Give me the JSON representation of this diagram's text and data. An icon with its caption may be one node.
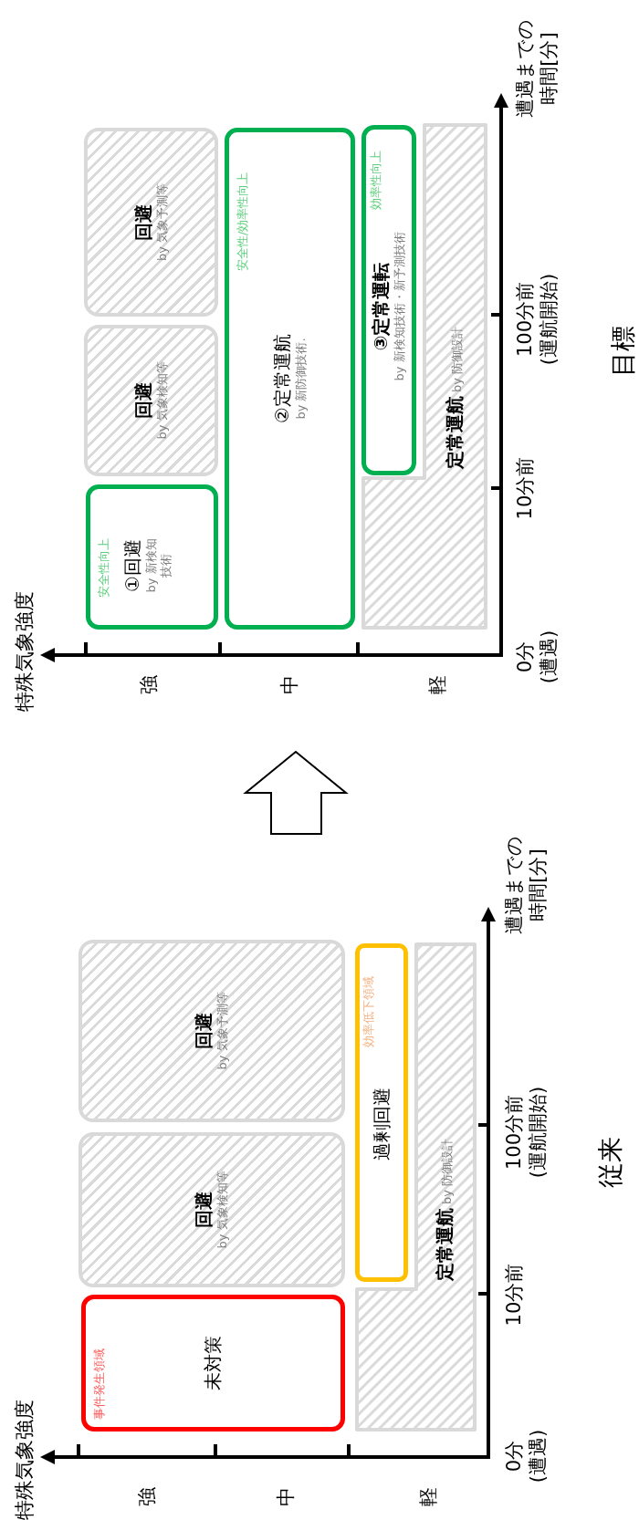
{
  "diagram": {
    "nodes": [
      {
        "text": [
          "事件発生領域",
          "未対策"
        ]
      },
      {
        "text": [
          "回避",
          "by 気象検知等"
        ]
      },
      {
        "text": [
          "回避",
          "by 気象予測等"
        ]
      },
      {
        "text": [
          "効率低下領域",
          "過剰回避"
        ]
      },
      {
        "text": [
          "定常運航",
          "by 防御設計"
        ]
      },
      {
        "text": [
          "安全性向上",
          "①回避",
          "by 新検知技術"
        ]
      },
      {
        "text": [
          "回避",
          "by 気象検知等"
        ]
      },
      {
        "text": [
          "回避",
          "by 気象予測等"
        ]
      },
      {
        "text": [
          "安全性/効率性向上",
          "②定常運航",
          "by 新防御技術."
        ]
      },
      {
        "text": [
          "効率性向上",
          "③定常運転",
          "by 新検知技術・新予測技術"
        ]
      },
      {
        "text": [
          "定常運航",
          "by 防御設計"
        ]
      }
    ],
    "labels": [
      "特殊気象強度",
      "強",
      "中",
      "軽",
      "0分(遭遇)",
      "10分前",
      "100分前(運航開始)",
      "遭遇までの時間[分]",
      "従来",
      "特殊気象強度",
      "強",
      "中",
      "軽",
      "0分(遭遇)",
      "10分前",
      "100分前(運航開始)",
      "遭遇までの時間[分]",
      "目標"
    ]
  }
}
